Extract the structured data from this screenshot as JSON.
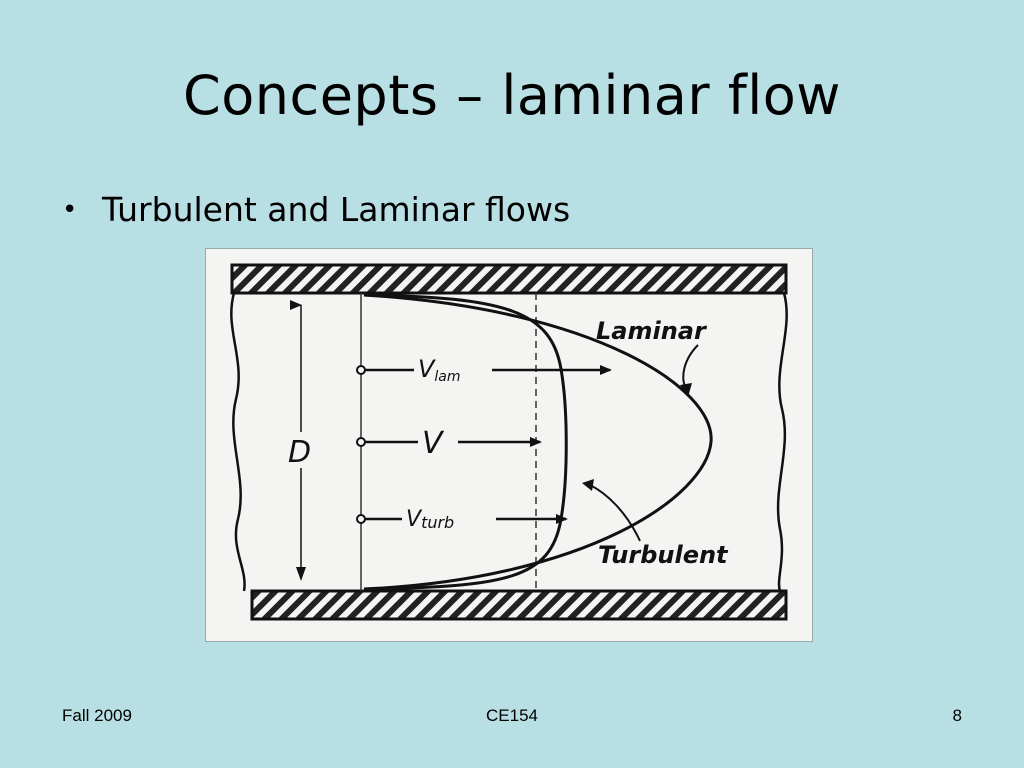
{
  "slide": {
    "title": "Concepts – laminar flow",
    "bullets": [
      "Turbulent and Laminar flows"
    ]
  },
  "diagram": {
    "labels": {
      "diameter": "D",
      "laminar_velocity": "V",
      "laminar_velocity_sub": "lam",
      "mean_velocity": "V",
      "turbulent_velocity": "V",
      "turbulent_velocity_sub": "turb",
      "laminar": "Laminar",
      "turbulent": "Turbulent"
    }
  },
  "footer": {
    "left": "Fall 2009",
    "center": "CE154",
    "right": "8"
  },
  "colors": {
    "background": "#b8dfe3",
    "figure_background": "#f4f4f2",
    "ink": "#111111"
  }
}
